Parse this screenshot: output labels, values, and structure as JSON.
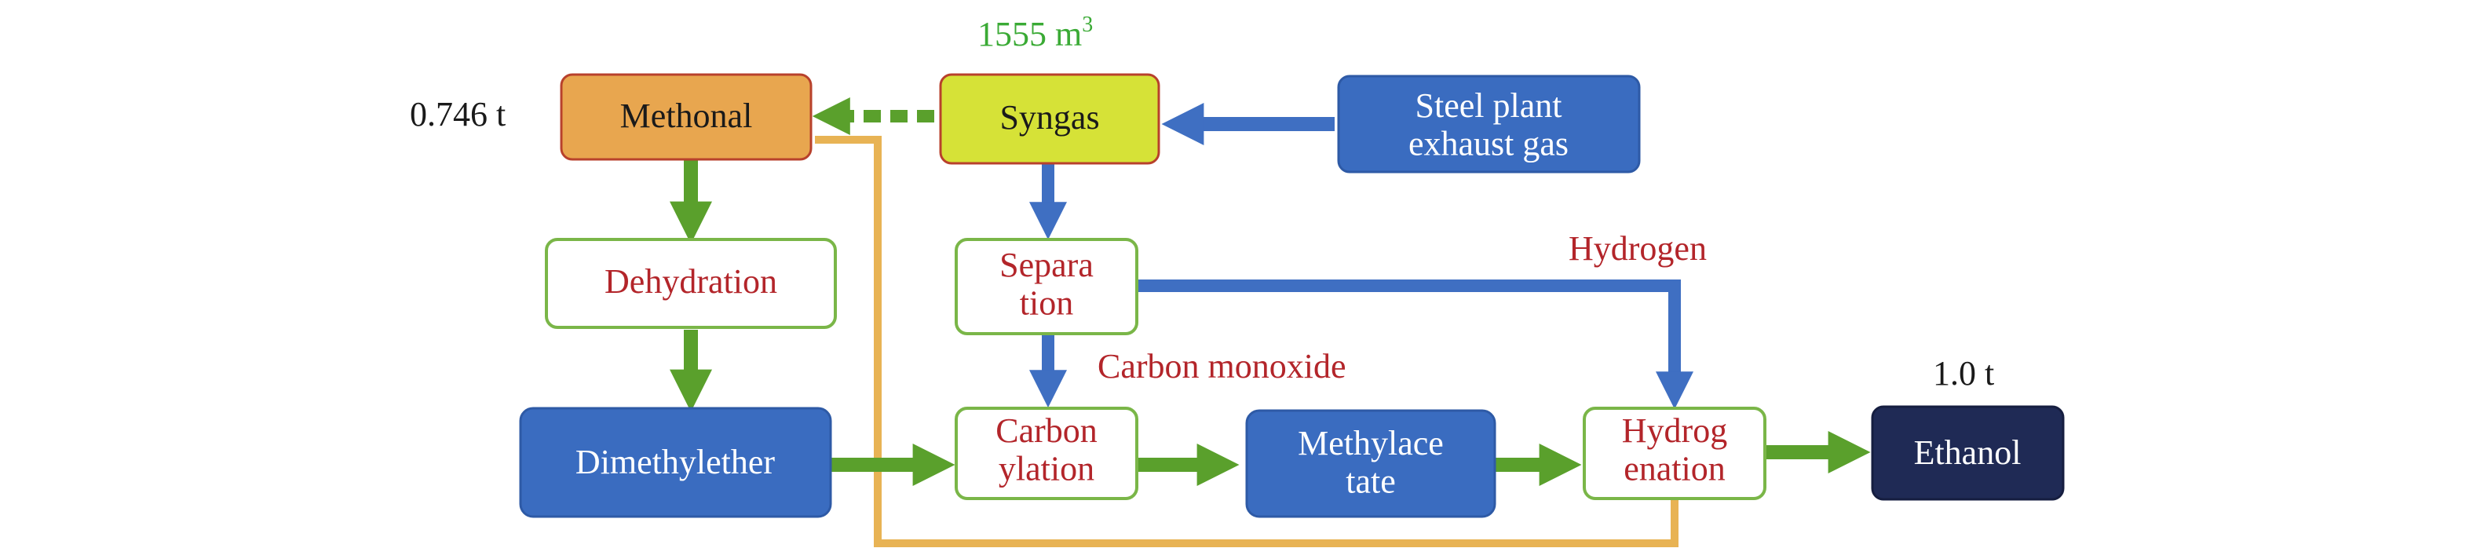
{
  "annotations": {
    "syngas_amount": "1555 m",
    "syngas_amount_sup": "3",
    "methanol_amount": "0.746 t",
    "ethanol_amount": "1.0 t",
    "hydrogen_label": "Hydrogen",
    "co_label": "Carbon monoxide"
  },
  "nodes": {
    "methonal": [
      "Methonal"
    ],
    "syngas": [
      "Syngas"
    ],
    "steel": [
      "Steel plant",
      "exhaust gas"
    ],
    "dehydration": [
      "Dehydration"
    ],
    "separation": [
      "Separa",
      "tion"
    ],
    "dimethylether": [
      "Dimethylether"
    ],
    "carbonylation": [
      "Carbon",
      "ylation"
    ],
    "methylacetate": [
      "Methylace",
      "tate"
    ],
    "hydrogenation": [
      "Hydrog",
      "enation"
    ],
    "ethanol": [
      "Ethanol"
    ]
  },
  "colors": {
    "green_arrow": "#5aa02c",
    "blue_arrow": "#3f6fc2",
    "orange_line": "#e8b354",
    "process_text": "#b3252a",
    "amount_green": "#3aaa35",
    "methonal_fill": "#e8a64f",
    "syngas_fill": "#d6e237",
    "blue_box": "#3a6cc0",
    "ethanol_fill": "#1f2a55"
  }
}
